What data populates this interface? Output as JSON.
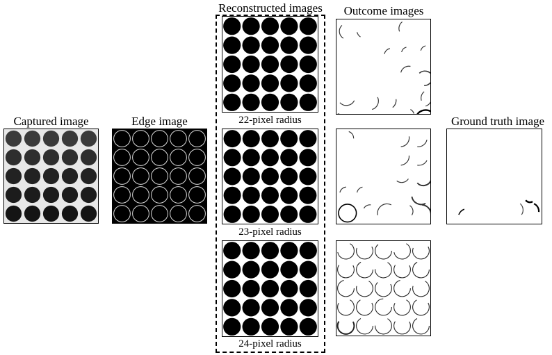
{
  "figure": {
    "captured": {
      "title": "Captured image"
    },
    "edge": {
      "title": "Edge image"
    },
    "reconstructed": {
      "title": "Reconstructed images",
      "panels": [
        {
          "caption": "22-pixel radius",
          "radius": 22
        },
        {
          "caption": "23-pixel radius",
          "radius": 23
        },
        {
          "caption": "24-pixel radius",
          "radius": 24
        }
      ]
    },
    "outcome": {
      "title": "Outcome images"
    },
    "ground_truth": {
      "title": "Ground truth image"
    },
    "grid": {
      "rows": 5,
      "cols": 5
    }
  }
}
